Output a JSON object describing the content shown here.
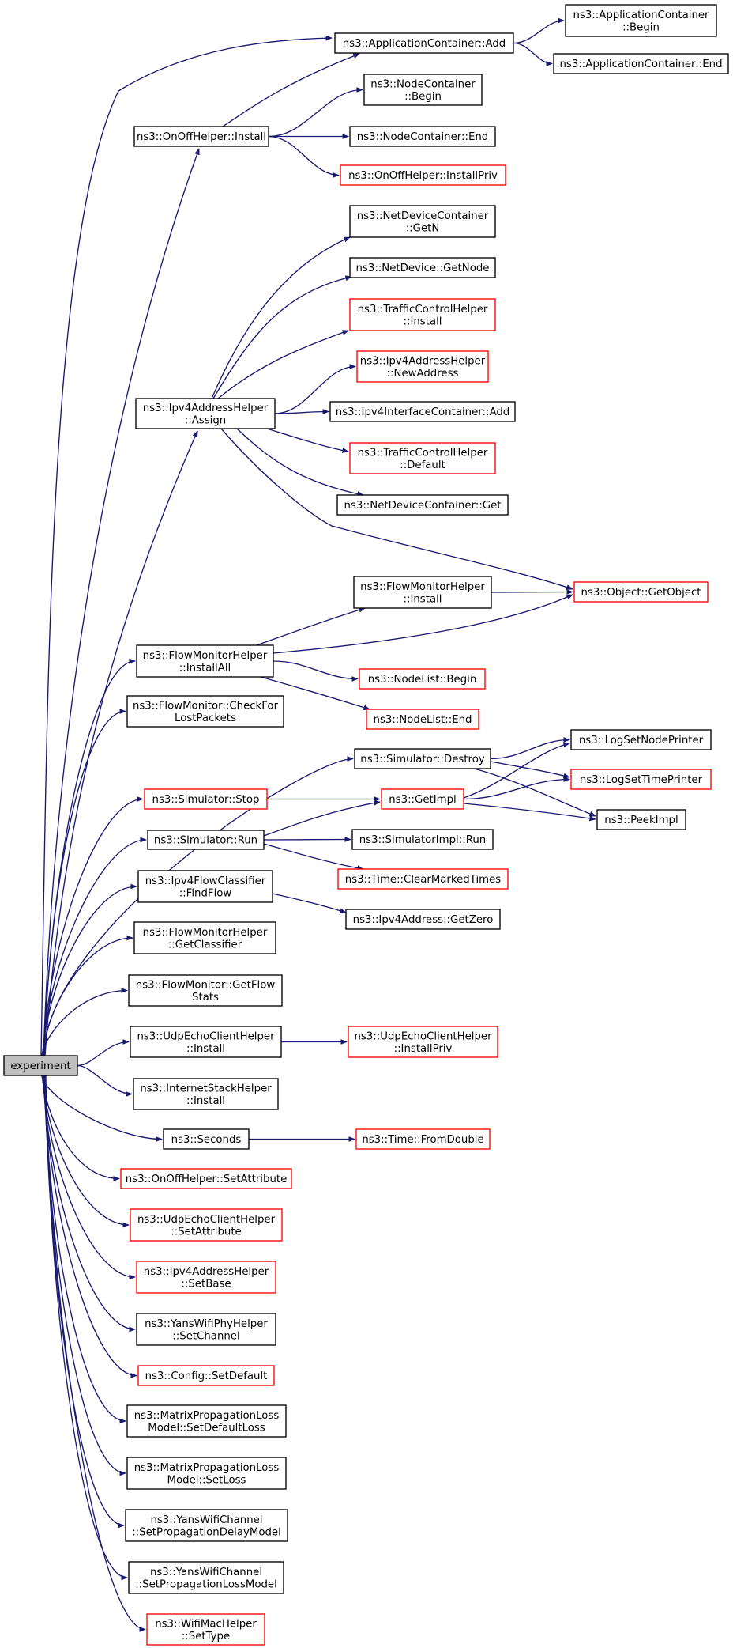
{
  "colors": {
    "edge": "#191970",
    "node_border": "#000000",
    "node_border_incomplete": "#ff0000",
    "root_fill": "#bfbfbf",
    "node_fill": "#ffffff"
  },
  "nodes": [
    {
      "id": "experiment",
      "lines": [
        "experiment"
      ],
      "style": "root"
    },
    {
      "id": "app_add",
      "lines": [
        "ns3::ApplicationContainer::Add"
      ],
      "style": "black"
    },
    {
      "id": "app_begin",
      "lines": [
        "ns3::ApplicationContainer",
        "::Begin"
      ],
      "style": "black"
    },
    {
      "id": "app_end",
      "lines": [
        "ns3::ApplicationContainer::End"
      ],
      "style": "black"
    },
    {
      "id": "onoff_install",
      "lines": [
        "ns3::OnOffHelper::Install"
      ],
      "style": "black"
    },
    {
      "id": "nc_begin",
      "lines": [
        "ns3::NodeContainer",
        "::Begin"
      ],
      "style": "black"
    },
    {
      "id": "nc_end",
      "lines": [
        "ns3::NodeContainer::End"
      ],
      "style": "black"
    },
    {
      "id": "onoff_installpriv",
      "lines": [
        "ns3::OnOffHelper::InstallPriv"
      ],
      "style": "red"
    },
    {
      "id": "ndc_getn",
      "lines": [
        "ns3::NetDeviceContainer",
        "::GetN"
      ],
      "style": "black"
    },
    {
      "id": "nd_getnode",
      "lines": [
        "ns3::NetDevice::GetNode"
      ],
      "style": "black"
    },
    {
      "id": "tch_install",
      "lines": [
        "ns3::TrafficControlHelper",
        "::Install"
      ],
      "style": "red"
    },
    {
      "id": "ipv4ah_newaddress",
      "lines": [
        "ns3::Ipv4AddressHelper",
        "::NewAddress"
      ],
      "style": "red"
    },
    {
      "id": "ipv4ah_assign",
      "lines": [
        "ns3::Ipv4AddressHelper",
        "::Assign"
      ],
      "style": "black"
    },
    {
      "id": "ipv4ic_add",
      "lines": [
        "ns3::Ipv4InterfaceContainer::Add"
      ],
      "style": "black"
    },
    {
      "id": "tch_default",
      "lines": [
        "ns3::TrafficControlHelper",
        "::Default"
      ],
      "style": "red"
    },
    {
      "id": "ndc_get",
      "lines": [
        "ns3::NetDeviceContainer::Get"
      ],
      "style": "black"
    },
    {
      "id": "fmh_install",
      "lines": [
        "ns3::FlowMonitorHelper",
        "::Install"
      ],
      "style": "black"
    },
    {
      "id": "object_getobject",
      "lines": [
        "ns3::Object::GetObject"
      ],
      "style": "red"
    },
    {
      "id": "fmh_installall",
      "lines": [
        "ns3::FlowMonitorHelper",
        "::InstallAll"
      ],
      "style": "black"
    },
    {
      "id": "nodelist_begin",
      "lines": [
        "ns3::NodeList::Begin"
      ],
      "style": "red"
    },
    {
      "id": "nodelist_end",
      "lines": [
        "ns3::NodeList::End"
      ],
      "style": "red"
    },
    {
      "id": "fm_checklost",
      "lines": [
        "ns3::FlowMonitor::CheckFor",
        "LostPackets"
      ],
      "style": "black"
    },
    {
      "id": "sim_destroy",
      "lines": [
        "ns3::Simulator::Destroy"
      ],
      "style": "black"
    },
    {
      "id": "logsetnodeprinter",
      "lines": [
        "ns3::LogSetNodePrinter"
      ],
      "style": "black"
    },
    {
      "id": "logsettimeprinter",
      "lines": [
        "ns3::LogSetTimePrinter"
      ],
      "style": "red"
    },
    {
      "id": "sim_stop",
      "lines": [
        "ns3::Simulator::Stop"
      ],
      "style": "red"
    },
    {
      "id": "getimpl",
      "lines": [
        "ns3::GetImpl"
      ],
      "style": "red"
    },
    {
      "id": "peekimpl",
      "lines": [
        "ns3::PeekImpl"
      ],
      "style": "black"
    },
    {
      "id": "sim_run",
      "lines": [
        "ns3::Simulator::Run"
      ],
      "style": "black"
    },
    {
      "id": "simimpl_run",
      "lines": [
        "ns3::SimulatorImpl::Run"
      ],
      "style": "black"
    },
    {
      "id": "time_clearmarked",
      "lines": [
        "ns3::Time::ClearMarkedTimes"
      ],
      "style": "red"
    },
    {
      "id": "ipv4fc_findflow",
      "lines": [
        "ns3::Ipv4FlowClassifier",
        "::FindFlow"
      ],
      "style": "black"
    },
    {
      "id": "ipv4addr_getzero",
      "lines": [
        "ns3::Ipv4Address::GetZero"
      ],
      "style": "black"
    },
    {
      "id": "fmh_getclassifier",
      "lines": [
        "ns3::FlowMonitorHelper",
        "::GetClassifier"
      ],
      "style": "black"
    },
    {
      "id": "fm_getflowstats",
      "lines": [
        "ns3::FlowMonitor::GetFlow",
        "Stats"
      ],
      "style": "black"
    },
    {
      "id": "uech_install",
      "lines": [
        "ns3::UdpEchoClientHelper",
        "::Install"
      ],
      "style": "black"
    },
    {
      "id": "uech_installpriv",
      "lines": [
        "ns3::UdpEchoClientHelper",
        "::InstallPriv"
      ],
      "style": "red"
    },
    {
      "id": "ish_install",
      "lines": [
        "ns3::InternetStackHelper",
        "::Install"
      ],
      "style": "black"
    },
    {
      "id": "seconds",
      "lines": [
        "ns3::Seconds"
      ],
      "style": "black"
    },
    {
      "id": "time_fromdouble",
      "lines": [
        "ns3::Time::FromDouble"
      ],
      "style": "red"
    },
    {
      "id": "onoff_setattr",
      "lines": [
        "ns3::OnOffHelper::SetAttribute"
      ],
      "style": "red"
    },
    {
      "id": "uech_setattr",
      "lines": [
        "ns3::UdpEchoClientHelper",
        "::SetAttribute"
      ],
      "style": "red"
    },
    {
      "id": "ipv4ah_setbase",
      "lines": [
        "ns3::Ipv4AddressHelper",
        "::SetBase"
      ],
      "style": "red"
    },
    {
      "id": "ywph_setchannel",
      "lines": [
        "ns3::YansWifiPhyHelper",
        "::SetChannel"
      ],
      "style": "black"
    },
    {
      "id": "config_setdefault",
      "lines": [
        "ns3::Config::SetDefault"
      ],
      "style": "red"
    },
    {
      "id": "mplm_setdefaultloss",
      "lines": [
        "ns3::MatrixPropagationLoss",
        "Model::SetDefaultLoss"
      ],
      "style": "black"
    },
    {
      "id": "mplm_setloss",
      "lines": [
        "ns3::MatrixPropagationLoss",
        "Model::SetLoss"
      ],
      "style": "black"
    },
    {
      "id": "ywc_setdelay",
      "lines": [
        "ns3::YansWifiChannel",
        "::SetPropagationDelayModel"
      ],
      "style": "black"
    },
    {
      "id": "ywc_setloss",
      "lines": [
        "ns3::YansWifiChannel",
        "::SetPropagationLossModel"
      ],
      "style": "black"
    },
    {
      "id": "wmh_settype",
      "lines": [
        "ns3::WifiMacHelper",
        "::SetType"
      ],
      "style": "red"
    }
  ],
  "edges": [
    [
      "experiment",
      "app_add"
    ],
    [
      "experiment",
      "onoff_install"
    ],
    [
      "experiment",
      "ipv4ah_assign"
    ],
    [
      "experiment",
      "fmh_installall"
    ],
    [
      "experiment",
      "fm_checklost"
    ],
    [
      "experiment",
      "sim_destroy"
    ],
    [
      "experiment",
      "sim_stop"
    ],
    [
      "experiment",
      "sim_run"
    ],
    [
      "experiment",
      "ipv4fc_findflow"
    ],
    [
      "experiment",
      "fmh_getclassifier"
    ],
    [
      "experiment",
      "fm_getflowstats"
    ],
    [
      "experiment",
      "uech_install"
    ],
    [
      "experiment",
      "ish_install"
    ],
    [
      "experiment",
      "seconds"
    ],
    [
      "experiment",
      "onoff_setattr"
    ],
    [
      "experiment",
      "uech_setattr"
    ],
    [
      "experiment",
      "ipv4ah_setbase"
    ],
    [
      "experiment",
      "ywph_setchannel"
    ],
    [
      "experiment",
      "config_setdefault"
    ],
    [
      "experiment",
      "mplm_setdefaultloss"
    ],
    [
      "experiment",
      "mplm_setloss"
    ],
    [
      "experiment",
      "ywc_setdelay"
    ],
    [
      "experiment",
      "ywc_setloss"
    ],
    [
      "experiment",
      "wmh_settype"
    ],
    [
      "app_add",
      "app_begin"
    ],
    [
      "app_add",
      "app_end"
    ],
    [
      "onoff_install",
      "app_add"
    ],
    [
      "onoff_install",
      "nc_begin"
    ],
    [
      "onoff_install",
      "nc_end"
    ],
    [
      "onoff_install",
      "onoff_installpriv"
    ],
    [
      "ipv4ah_assign",
      "ndc_getn"
    ],
    [
      "ipv4ah_assign",
      "nd_getnode"
    ],
    [
      "ipv4ah_assign",
      "tch_install"
    ],
    [
      "ipv4ah_assign",
      "ipv4ah_newaddress"
    ],
    [
      "ipv4ah_assign",
      "ipv4ic_add"
    ],
    [
      "ipv4ah_assign",
      "tch_default"
    ],
    [
      "ipv4ah_assign",
      "ndc_get"
    ],
    [
      "ipv4ah_assign",
      "object_getobject"
    ],
    [
      "fmh_installall",
      "fmh_install"
    ],
    [
      "fmh_installall",
      "object_getobject"
    ],
    [
      "fmh_installall",
      "nodelist_begin"
    ],
    [
      "fmh_installall",
      "nodelist_end"
    ],
    [
      "fmh_install",
      "object_getobject"
    ],
    [
      "sim_destroy",
      "logsetnodeprinter"
    ],
    [
      "sim_destroy",
      "logsettimeprinter"
    ],
    [
      "sim_destroy",
      "peekimpl"
    ],
    [
      "sim_stop",
      "getimpl"
    ],
    [
      "getimpl",
      "logsetnodeprinter"
    ],
    [
      "getimpl",
      "logsettimeprinter"
    ],
    [
      "getimpl",
      "peekimpl"
    ],
    [
      "sim_run",
      "getimpl"
    ],
    [
      "sim_run",
      "simimpl_run"
    ],
    [
      "sim_run",
      "time_clearmarked"
    ],
    [
      "ipv4fc_findflow",
      "ipv4addr_getzero"
    ],
    [
      "uech_install",
      "uech_installpriv"
    ],
    [
      "seconds",
      "time_fromdouble"
    ]
  ]
}
